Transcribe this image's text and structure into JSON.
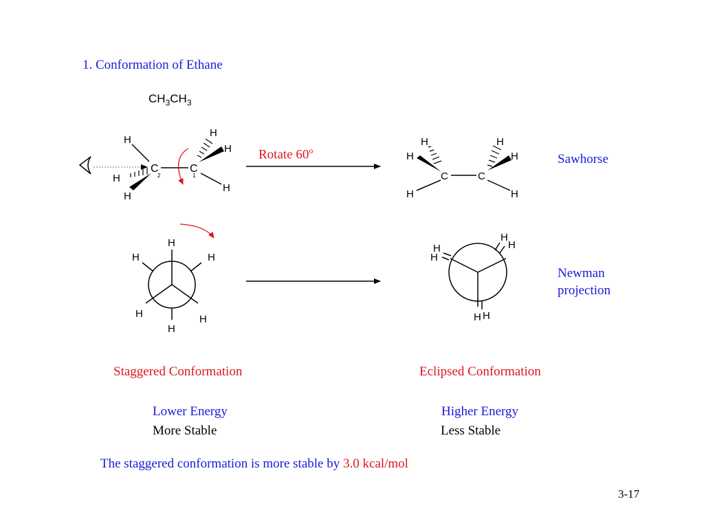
{
  "slide": {
    "title": "1. Conformation of Ethane",
    "formula": {
      "p1": "CH",
      "s1": "3",
      "p2": "CH",
      "s2": "3"
    },
    "rotate": {
      "text": "Rotate 60",
      "sup": "o"
    },
    "sawhorse_label": "Sawhorse",
    "newman_label_1": "Newman",
    "newman_label_2": "projection",
    "staggered": {
      "name": "Staggered Conformation",
      "energy": "Lower Energy",
      "stability": "More Stable"
    },
    "eclipsed": {
      "name": "Eclipsed Conformation",
      "energy": "Higher Energy",
      "stability": "Less Stable"
    },
    "conclusion": {
      "text": "The staggered conformation is more stable by ",
      "value": "3.0 kcal/mol"
    },
    "page_number": "3-17"
  },
  "atoms": {
    "H": "H",
    "C": "C",
    "num1": "1",
    "num2": "2"
  },
  "colors": {
    "blue": "#1a1adb",
    "red": "#e0141e",
    "black": "#000000"
  }
}
